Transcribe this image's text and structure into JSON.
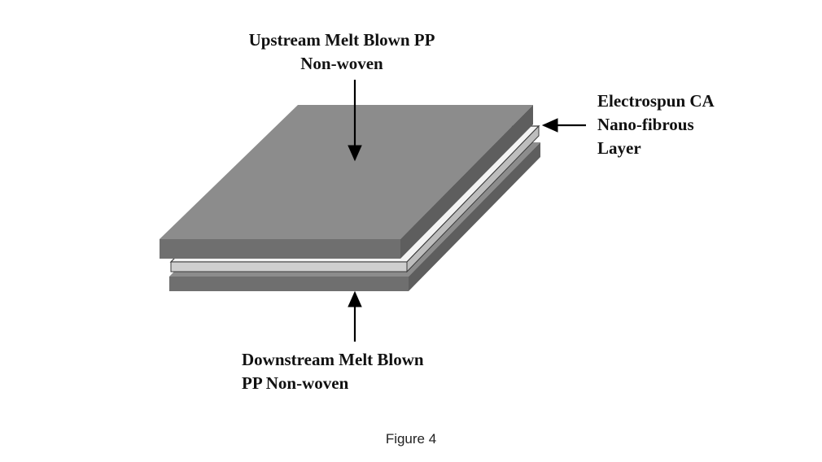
{
  "labels": {
    "upstream": {
      "line1": "Upstream Melt Blown PP",
      "line2": "Non-woven"
    },
    "electrospun": {
      "line1": "Electrospun CA",
      "line2": "Nano-fibrous",
      "line3": "Layer"
    },
    "downstream": {
      "line1": "Downstream Melt Blown",
      "line2": "PP Non-woven"
    }
  },
  "caption": "Figure 4",
  "colors": {
    "pp_top_face": "#8c8c8c",
    "pp_side": "#6f6f6f",
    "pp_side_dark": "#5e5e5e",
    "ca_face": "#f4f4f4",
    "ca_edge": "#cfcfcf",
    "outline": "#3a3a3a",
    "arrow": "#000000"
  },
  "icons": {
    "arrow_down": "arrow-down-icon",
    "arrow_up": "arrow-up-icon",
    "arrow_left": "arrow-left-icon"
  }
}
